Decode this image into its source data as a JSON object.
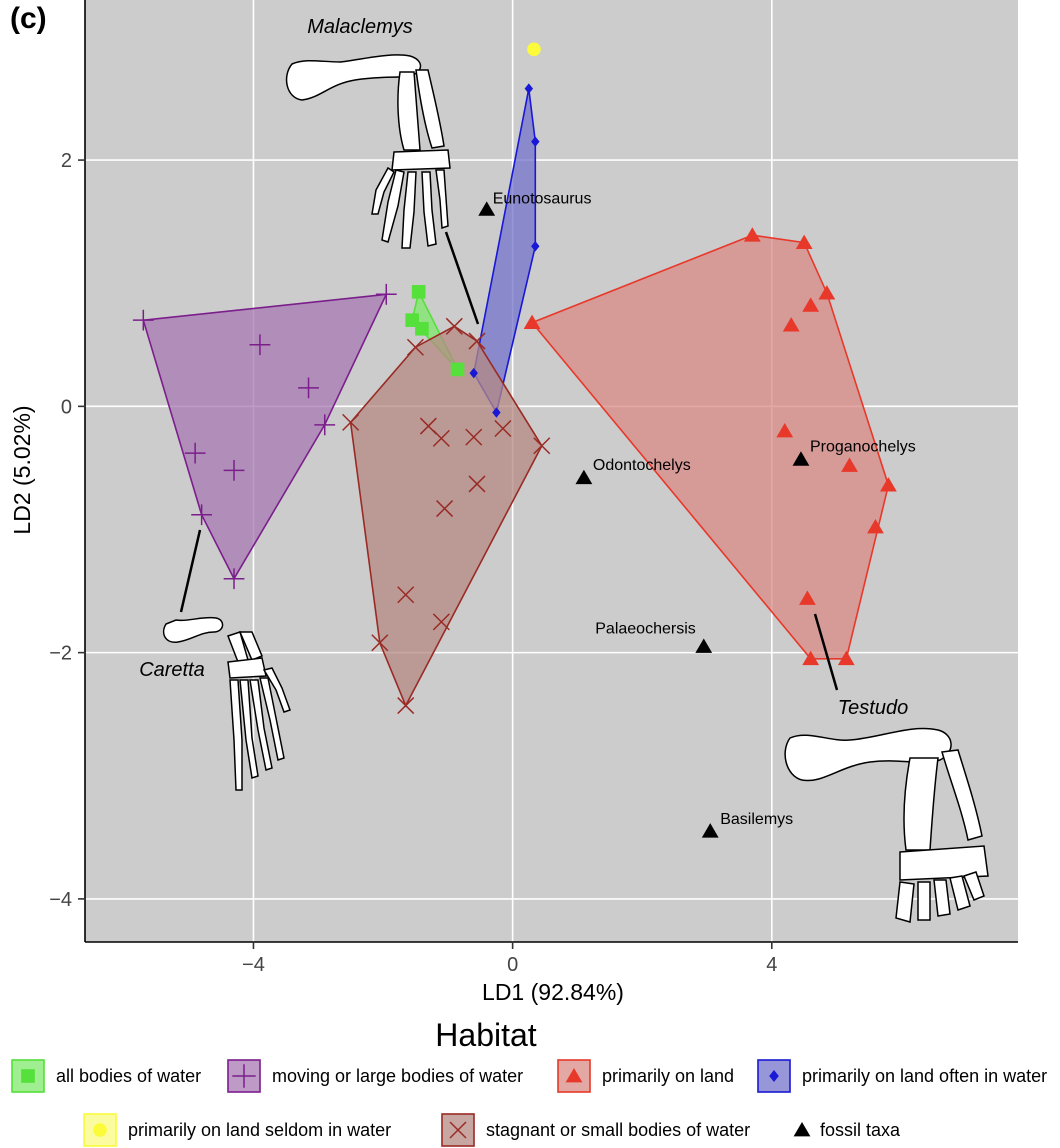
{
  "panel_label": "(c)",
  "chart_data": {
    "type": "scatter",
    "xlabel": "LD1 (92.84%)",
    "ylabel": "LD2 (5.02%)",
    "xlim": [
      -6.6,
      7.8
    ],
    "ylim": [
      -4.35,
      3.3
    ],
    "xticks": [
      -4,
      0,
      4
    ],
    "yticks": [
      -4,
      -2,
      0,
      2
    ],
    "grid": true,
    "background": "#cccccc",
    "legend": {
      "title": "Habitat",
      "position": "bottom"
    },
    "series": [
      {
        "name": "all bodies of water",
        "marker": "square",
        "color": "#55e03b",
        "fill": "#7fe86a",
        "hull": true,
        "points": [
          [
            -1.45,
            0.93
          ],
          [
            -1.55,
            0.7
          ],
          [
            -1.4,
            0.63
          ],
          [
            -0.85,
            0.3
          ]
        ]
      },
      {
        "name": "moving or large bodies of water",
        "marker": "plus",
        "color": "#7b1e8c",
        "fill": "#a77ab3",
        "hull": true,
        "points": [
          [
            -5.7,
            0.7
          ],
          [
            -1.95,
            0.91
          ],
          [
            -3.9,
            0.5
          ],
          [
            -3.15,
            0.15
          ],
          [
            -2.9,
            -0.15
          ],
          [
            -4.9,
            -0.38
          ],
          [
            -4.3,
            -0.52
          ],
          [
            -4.8,
            -0.88
          ],
          [
            -4.3,
            -1.4
          ]
        ]
      },
      {
        "name": "primarily on land",
        "marker": "triangle",
        "color": "#e8382a",
        "fill": "#d98a86",
        "hull": true,
        "points": [
          [
            0.3,
            0.68
          ],
          [
            3.7,
            1.39
          ],
          [
            4.5,
            1.33
          ],
          [
            4.85,
            0.92
          ],
          [
            4.6,
            0.82
          ],
          [
            4.3,
            0.66
          ],
          [
            4.2,
            -0.2
          ],
          [
            5.2,
            -0.48
          ],
          [
            5.8,
            -0.64
          ],
          [
            5.6,
            -0.98
          ],
          [
            4.55,
            -1.56
          ],
          [
            4.6,
            -2.05
          ],
          [
            5.15,
            -2.05
          ]
        ]
      },
      {
        "name": "primarily on land often in water",
        "marker": "diamond",
        "color": "#1818d6",
        "fill": "#7373cc",
        "hull": true,
        "points": [
          [
            0.25,
            2.58
          ],
          [
            0.35,
            2.15
          ],
          [
            0.35,
            1.3
          ],
          [
            -0.6,
            0.27
          ],
          [
            -0.25,
            -0.05
          ]
        ]
      },
      {
        "name": "primarily on land seldom in water",
        "marker": "circle",
        "color": "#fbfb3a",
        "fill": "#fbfb3a",
        "hull": false,
        "points": [
          [
            0.33,
            2.9
          ]
        ]
      },
      {
        "name": "stagnant or small bodies of water",
        "marker": "x",
        "color": "#9a2a24",
        "fill": "#b68a84",
        "hull": true,
        "points": [
          [
            -0.9,
            0.65
          ],
          [
            -0.55,
            0.53
          ],
          [
            -1.5,
            0.48
          ],
          [
            -2.5,
            -0.13
          ],
          [
            -1.3,
            -0.16
          ],
          [
            -1.1,
            -0.26
          ],
          [
            -0.6,
            -0.25
          ],
          [
            -0.15,
            -0.18
          ],
          [
            0.45,
            -0.32
          ],
          [
            -0.55,
            -0.63
          ],
          [
            -1.05,
            -0.83
          ],
          [
            -1.65,
            -1.53
          ],
          [
            -1.1,
            -1.75
          ],
          [
            -2.05,
            -1.92
          ],
          [
            -1.65,
            -2.43
          ]
        ]
      },
      {
        "name": "fossil taxa",
        "marker": "triangle",
        "color": "#000000",
        "fill": "#000000",
        "hull": false,
        "points": [
          [
            -0.4,
            1.6
          ],
          [
            1.1,
            -0.58
          ],
          [
            4.45,
            -0.43
          ],
          [
            2.95,
            -1.95
          ],
          [
            3.05,
            -3.45
          ]
        ]
      }
    ],
    "annotations": [
      {
        "text": "Eunotosaurus",
        "x": -0.4,
        "y": 1.6
      },
      {
        "text": "Odontochelys",
        "x": 1.1,
        "y": -0.58
      },
      {
        "text": "Proganochelys",
        "x": 4.45,
        "y": -0.43
      },
      {
        "text": "Palaeochersis",
        "x": 2.95,
        "y": -1.95
      },
      {
        "text": "Basilemys",
        "x": 3.05,
        "y": -3.45
      }
    ],
    "species_labels": [
      "Malaclemys",
      "Caretta",
      "Testudo"
    ]
  }
}
